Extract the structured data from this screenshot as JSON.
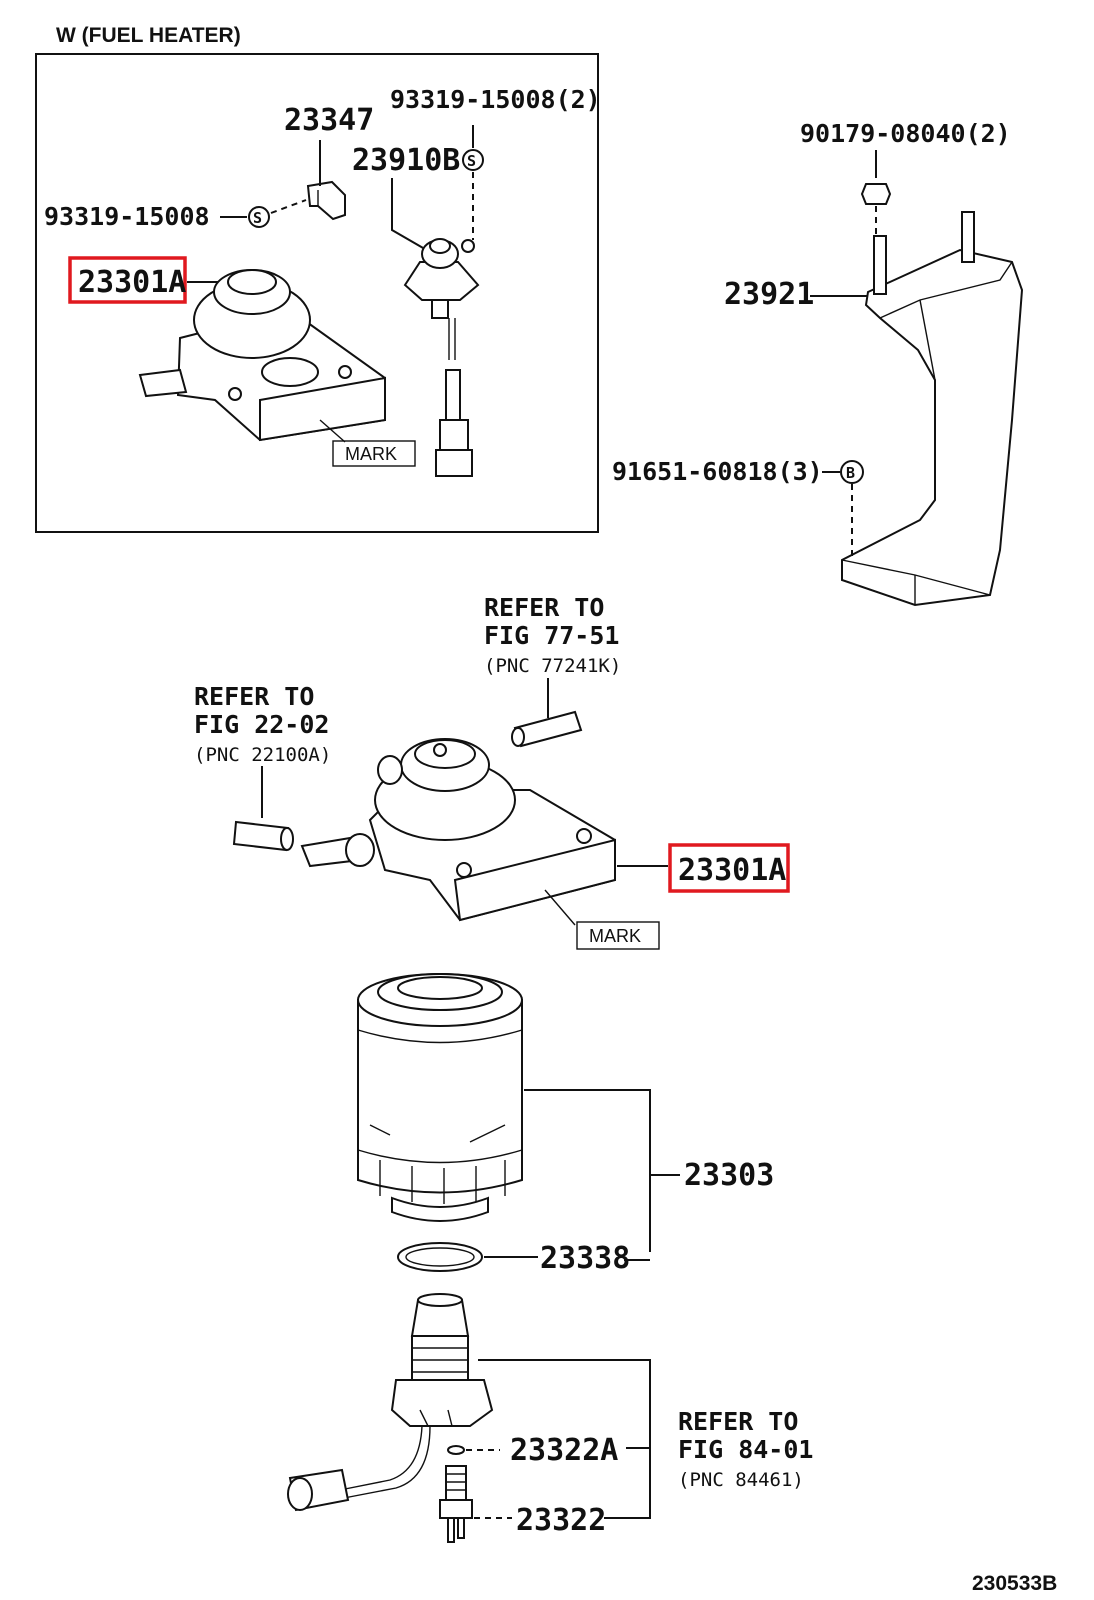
{
  "diagram": {
    "inset_title": "W (FUEL HEATER)",
    "figure_number": "230533B",
    "highlight_color": "#e0191f",
    "labels": {
      "inset_23347": "23347",
      "inset_93319_15008_2": "93319-15008(2)",
      "inset_23910B": "23910B",
      "inset_93319_15008": "93319-15008",
      "inset_23301A": "23301A",
      "inset_mark": "MARK",
      "bracket_90179": "90179-08040(2)",
      "bracket_23921": "23921",
      "bracket_91651": "91651-60818(3)",
      "main_23301A": "23301A",
      "main_mark": "MARK",
      "filter_23303": "23303",
      "gasket_23338": "23338",
      "sensor_23322A": "23322A",
      "sensor_23322": "23322"
    },
    "refer_notes": [
      {
        "line1": "REFER TO",
        "line2": "FIG 77-51",
        "line3": "(PNC 77241K)"
      },
      {
        "line1": "REFER TO",
        "line2": "FIG 22-02",
        "line3": "(PNC 22100A)"
      },
      {
        "line1": "REFER TO",
        "line2": "FIG 84-01",
        "line3": "(PNC 84461)"
      }
    ],
    "fastener_symbols": {
      "s_mark": "S",
      "b_mark": "B"
    }
  }
}
